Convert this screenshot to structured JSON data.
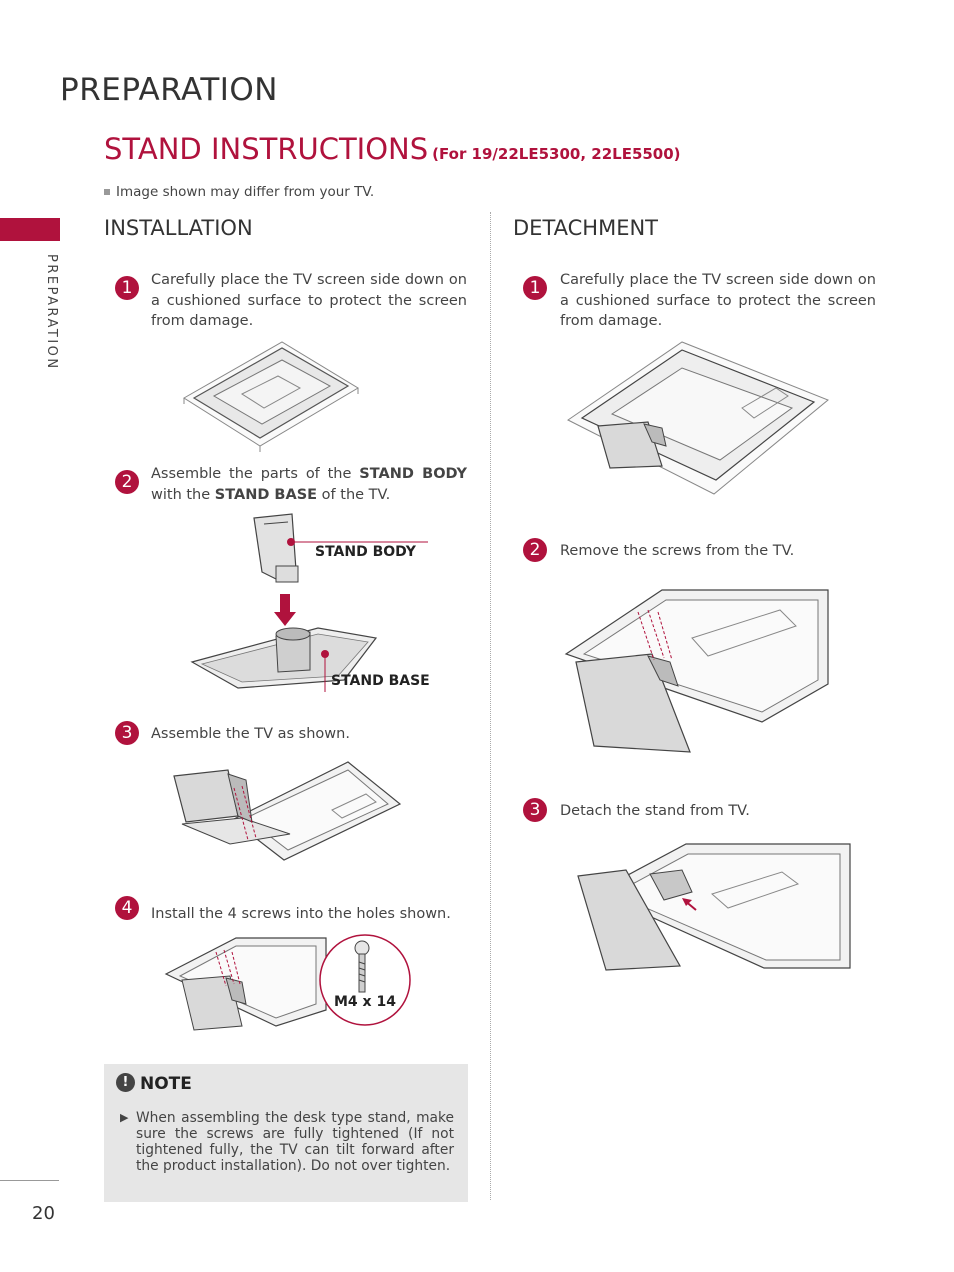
{
  "page": {
    "title": "PREPARATION",
    "side_label": "PREPARATION",
    "page_number": "20"
  },
  "section": {
    "title": "STAND INSTRUCTIONS",
    "subtitle": "(For 19/22LE5300, 22LE5500)",
    "disclaimer": "Image shown may differ from your TV."
  },
  "installation": {
    "title": "INSTALLATION",
    "steps": [
      {
        "number": "1",
        "text": "Carefully place the TV screen side down on a cushioned surface to protect the screen from damage."
      },
      {
        "number": "2",
        "text_pre": "Assemble the parts of the ",
        "bold1": "STAND BODY",
        "text_mid": " with the ",
        "bold2": "STAND BASE",
        "text_post": " of the TV."
      },
      {
        "number": "3",
        "text": "Assemble the TV as shown."
      },
      {
        "number": "4",
        "text": "Install the 4 screws into the holes shown."
      }
    ],
    "labels": {
      "stand_body": "STAND BODY",
      "stand_base": "STAND BASE",
      "screw": "M4 x 14"
    }
  },
  "note": {
    "title": "NOTE",
    "text": "When assembling the desk type stand, make sure the screws are fully tightened (If not tightened fully, the TV can tilt forward after the product installation). Do not  over tighten."
  },
  "detachment": {
    "title": "DETACHMENT",
    "steps": [
      {
        "number": "1",
        "text": "Carefully place the TV screen side down on a cushioned surface to protect the screen from damage."
      },
      {
        "number": "2",
        "text": "Remove the screws from the TV."
      },
      {
        "number": "3",
        "text": "Detach the stand from TV."
      }
    ]
  },
  "colors": {
    "accent": "#b0123d",
    "note_background": "#e6e6e6"
  }
}
